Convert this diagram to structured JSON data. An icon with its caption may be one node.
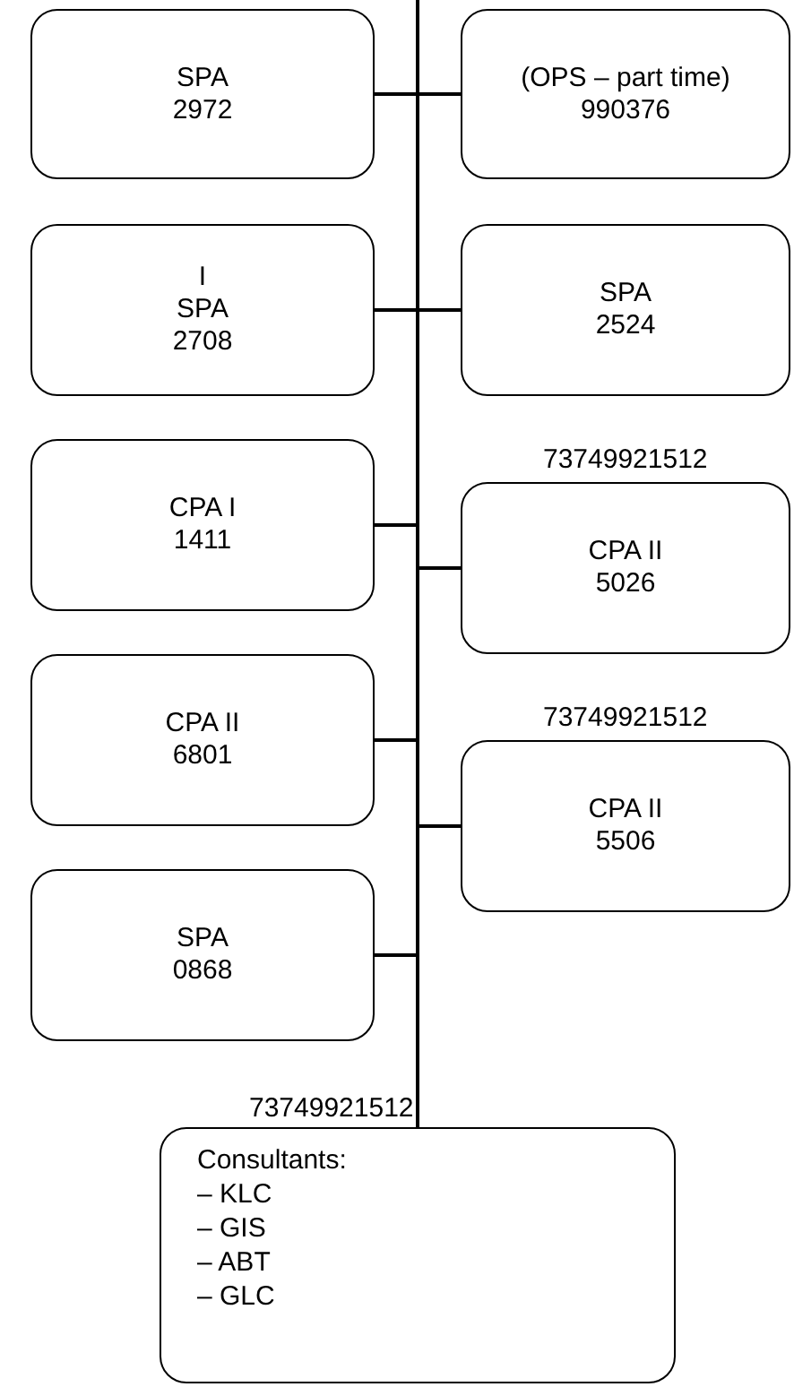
{
  "diagram": {
    "nodes": [
      {
        "text": [],
        "shape": "bar"
      },
      {
        "text": [
          "SPA",
          "2972"
        ]
      },
      {
        "text": [
          "(OPS – part time)",
          "990376"
        ]
      },
      {
        "text": [
          "I",
          "SPA",
          "2708"
        ]
      },
      {
        "text": [
          "SPA",
          "2524"
        ]
      },
      {
        "text": [
          "CPA I",
          "1411"
        ]
      },
      {
        "text": [
          "CPA II",
          "5026"
        ],
        "beside": [
          "73749921512"
        ]
      },
      {
        "text": [
          "CPA II",
          "6801"
        ]
      },
      {
        "text": [
          "CPA II",
          "5506"
        ],
        "beside": [
          "73749921512"
        ]
      },
      {
        "text": [
          "SPA",
          "0868"
        ]
      },
      {
        "text": [
          "Consultants:",
          "– KLC",
          "– GIS",
          "– ABT",
          "– GLC"
        ],
        "beside": [
          "73749921512"
        ]
      }
    ],
    "edges": [
      {
        "from": null,
        "to": 0,
        "arrow": "none"
      },
      {
        "from": 0,
        "to": 1,
        "arrow": "none"
      },
      {
        "from": 0,
        "to": 2,
        "arrow": "none"
      },
      {
        "from": 0,
        "to": 3,
        "arrow": "none"
      },
      {
        "from": 0,
        "to": 4,
        "arrow": "none"
      },
      {
        "from": 0,
        "to": 5,
        "arrow": "none"
      },
      {
        "from": 0,
        "to": 6,
        "arrow": "none"
      },
      {
        "from": 0,
        "to": 7,
        "arrow": "none"
      },
      {
        "from": 0,
        "to": 8,
        "arrow": "none"
      },
      {
        "from": 0,
        "to": 9,
        "arrow": "none"
      },
      {
        "from": 0,
        "to": 10,
        "arrow": "none"
      }
    ]
  }
}
